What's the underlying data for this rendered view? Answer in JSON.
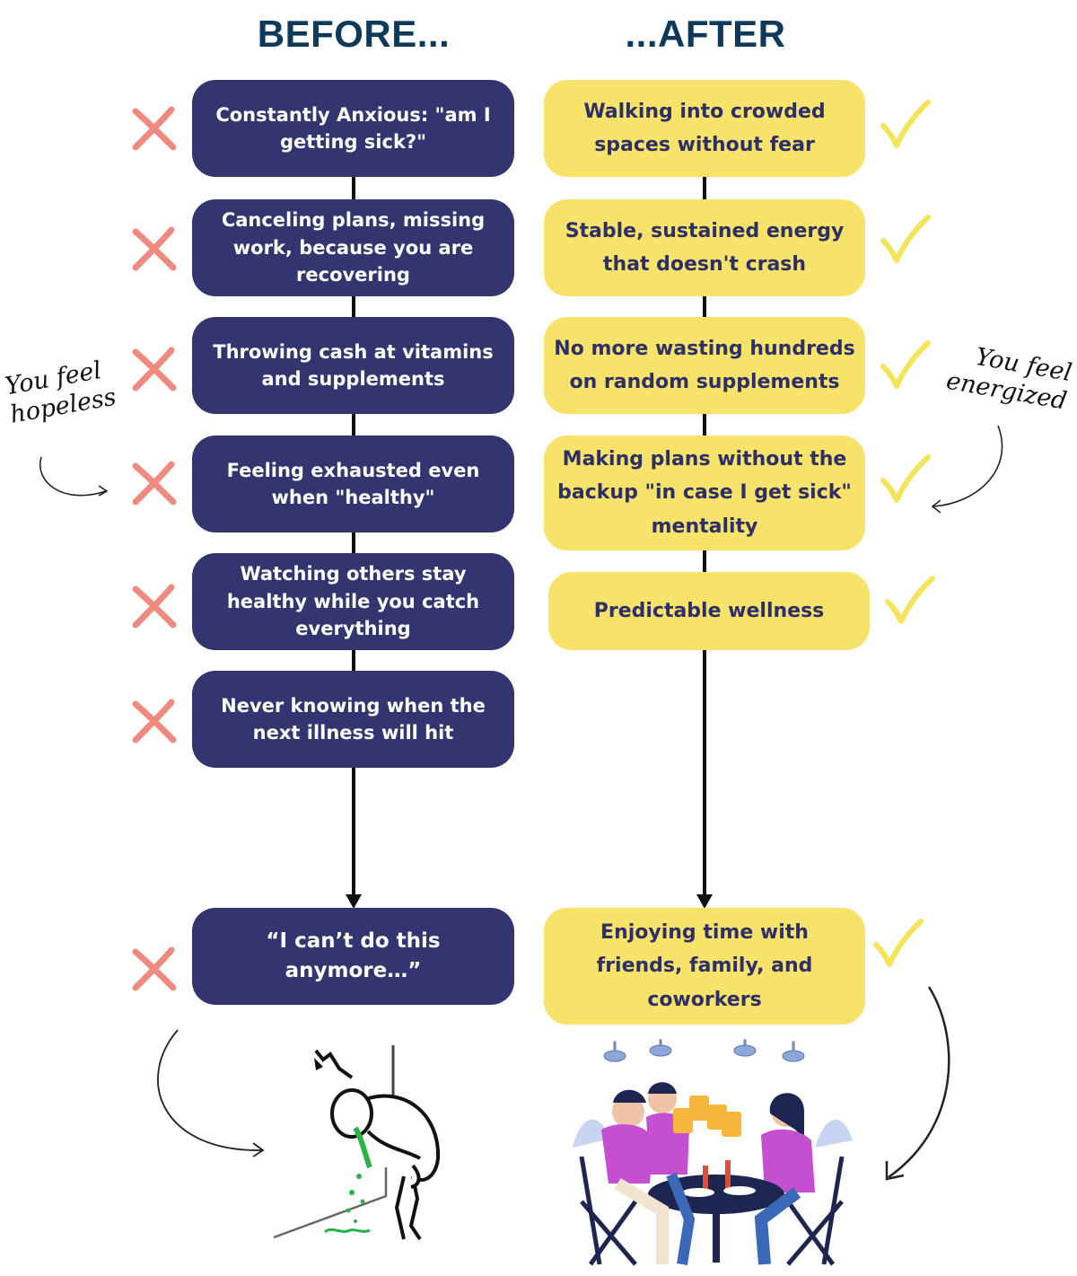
{
  "headings": {
    "before": "BEFORE...",
    "after": "...AFTER"
  },
  "before_items": [
    "Constantly Anxious:  \"am I getting sick?\"",
    "Canceling plans, missing work, because you are recovering",
    "Throwing cash at vitamins and supplements",
    "Feeling exhausted even when \"healthy\"",
    "Watching others stay healthy while you catch everything",
    "Never knowing when the next illness will hit",
    "“I can’t do this anymore…”"
  ],
  "after_items": [
    "Walking into crowded spaces without fear",
    "Stable, sustained energy that doesn't crash",
    "No more wasting hundreds on random supplements",
    "Making plans without the backup \"in case I get sick\" mentality",
    "Predictable wellness",
    "Enjoying time with friends, family, and coworkers"
  ],
  "notes": {
    "left": "You feel hopeless",
    "right": "You feel energized"
  },
  "colors": {
    "before_box": "#333570",
    "after_box": "#f7e36a",
    "heading": "#0d3a5c",
    "cross": "#f08a80",
    "check": "#f5e35a"
  },
  "icons": [
    "cross-icon",
    "check-icon",
    "sick-person-illustration",
    "friends-toasting-illustration",
    "curved-arrow-icon"
  ]
}
